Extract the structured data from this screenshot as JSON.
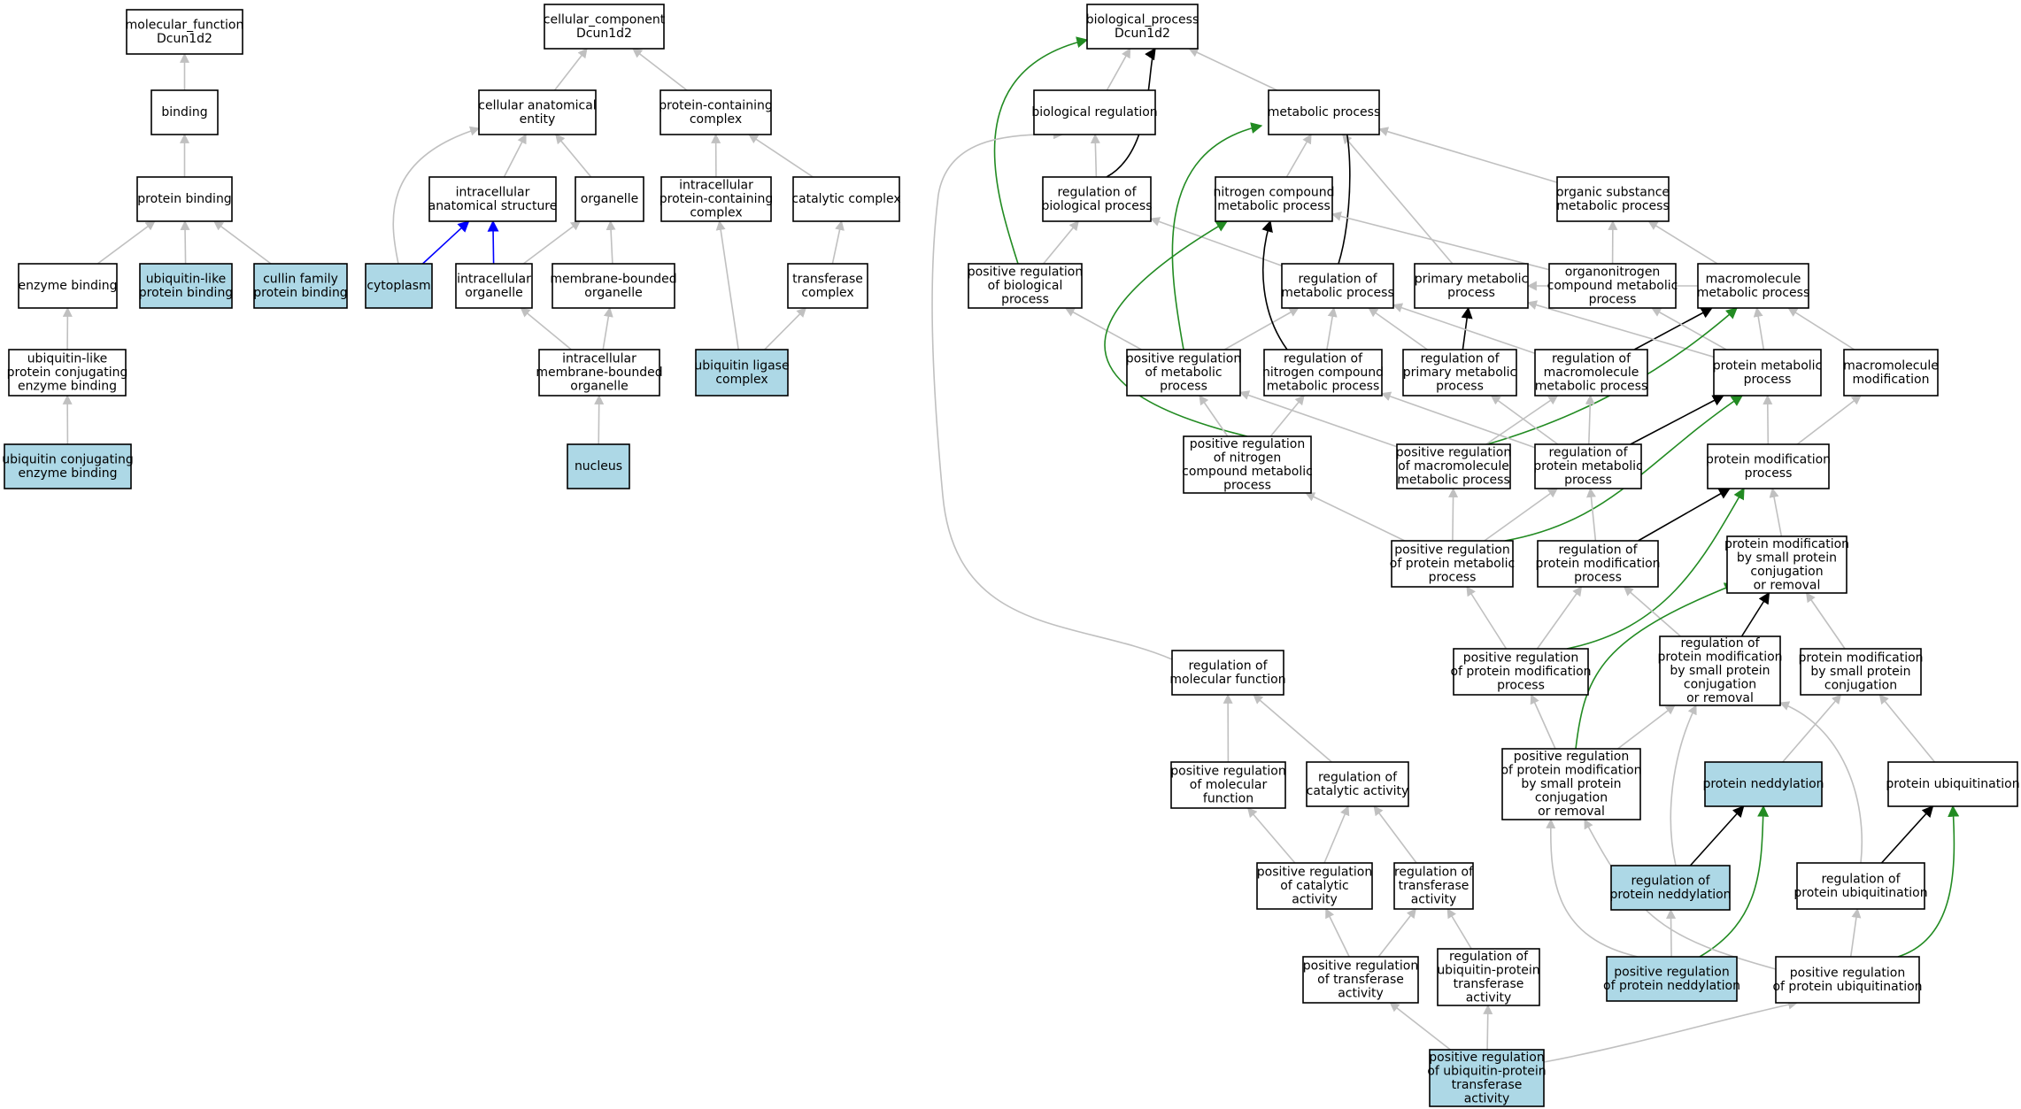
{
  "colors": {
    "node_fill": "#ffffff",
    "node_highlight_fill": "#add8e6",
    "node_stroke": "#000000",
    "edge_is_a": "#c0c0c0",
    "edge_part_of": "#0000ff",
    "edge_regulates": "#000000",
    "edge_positively_regulates": "#228b22"
  },
  "nodes": [
    {
      "id": "mf",
      "lines": [
        "molecular_function",
        "Dcun1d2"
      ],
      "highlight": false
    },
    {
      "id": "binding",
      "lines": [
        "binding"
      ],
      "highlight": false
    },
    {
      "id": "protbind",
      "lines": [
        "protein binding"
      ],
      "highlight": false
    },
    {
      "id": "enzbind",
      "lines": [
        "enzyme binding"
      ],
      "highlight": false
    },
    {
      "id": "ublbind",
      "lines": [
        "ubiquitin-like",
        "protein binding"
      ],
      "highlight": true
    },
    {
      "id": "cullin",
      "lines": [
        "cullin family",
        "protein binding"
      ],
      "highlight": true
    },
    {
      "id": "ublconj",
      "lines": [
        "ubiquitin-like",
        "protein conjugating",
        "enzyme binding"
      ],
      "highlight": false
    },
    {
      "id": "ubconj",
      "lines": [
        "ubiquitin conjugating",
        "enzyme binding"
      ],
      "highlight": true
    },
    {
      "id": "cc",
      "lines": [
        "cellular_component",
        "Dcun1d2"
      ],
      "highlight": false
    },
    {
      "id": "cae",
      "lines": [
        "cellular anatomical",
        "entity"
      ],
      "highlight": false
    },
    {
      "id": "pcc",
      "lines": [
        "protein-containing",
        "complex"
      ],
      "highlight": false
    },
    {
      "id": "ias",
      "lines": [
        "intracellular",
        "anatomical structure"
      ],
      "highlight": false
    },
    {
      "id": "organelle",
      "lines": [
        "organelle"
      ],
      "highlight": false
    },
    {
      "id": "ipcc",
      "lines": [
        "intracellular",
        "protein-containing",
        "complex"
      ],
      "highlight": false
    },
    {
      "id": "catcomplex",
      "lines": [
        "catalytic complex"
      ],
      "highlight": false
    },
    {
      "id": "cytoplasm",
      "lines": [
        "cytoplasm"
      ],
      "highlight": true
    },
    {
      "id": "intorg",
      "lines": [
        "intracellular",
        "organelle"
      ],
      "highlight": false
    },
    {
      "id": "mbo",
      "lines": [
        "membrane-bounded",
        "organelle"
      ],
      "highlight": false
    },
    {
      "id": "transcomplex",
      "lines": [
        "transferase",
        "complex"
      ],
      "highlight": false
    },
    {
      "id": "imbo",
      "lines": [
        "intracellular",
        "membrane-bounded",
        "organelle"
      ],
      "highlight": false
    },
    {
      "id": "ubligase",
      "lines": [
        "ubiquitin ligase",
        "complex"
      ],
      "highlight": true
    },
    {
      "id": "nucleus",
      "lines": [
        "nucleus"
      ],
      "highlight": true
    },
    {
      "id": "bp",
      "lines": [
        "biological_process",
        "Dcun1d2"
      ],
      "highlight": false
    },
    {
      "id": "bioreg",
      "lines": [
        "biological regulation"
      ],
      "highlight": false
    },
    {
      "id": "metproc",
      "lines": [
        "metabolic process"
      ],
      "highlight": false
    },
    {
      "id": "regbp",
      "lines": [
        "regulation of",
        "biological process"
      ],
      "highlight": false
    },
    {
      "id": "ncmp",
      "lines": [
        "nitrogen compound",
        "metabolic process"
      ],
      "highlight": false
    },
    {
      "id": "osmp",
      "lines": [
        "organic substance",
        "metabolic process"
      ],
      "highlight": false
    },
    {
      "id": "posregbp",
      "lines": [
        "positive regulation",
        "of biological",
        "process"
      ],
      "highlight": false
    },
    {
      "id": "regmp",
      "lines": [
        "regulation of",
        "metabolic process"
      ],
      "highlight": false
    },
    {
      "id": "primmp",
      "lines": [
        "primary metabolic",
        "process"
      ],
      "highlight": false
    },
    {
      "id": "oncmp",
      "lines": [
        "organonitrogen",
        "compound metabolic",
        "process"
      ],
      "highlight": false
    },
    {
      "id": "macromp",
      "lines": [
        "macromolecule",
        "metabolic process"
      ],
      "highlight": false
    },
    {
      "id": "posregmp",
      "lines": [
        "positive regulation",
        "of metabolic",
        "process"
      ],
      "highlight": false
    },
    {
      "id": "regncmp",
      "lines": [
        "regulation of",
        "nitrogen compound",
        "metabolic process"
      ],
      "highlight": false
    },
    {
      "id": "regprimmp",
      "lines": [
        "regulation of",
        "primary metabolic",
        "process"
      ],
      "highlight": false
    },
    {
      "id": "regmacromp",
      "lines": [
        "regulation of",
        "macromolecule",
        "metabolic process"
      ],
      "highlight": false
    },
    {
      "id": "protmp",
      "lines": [
        "protein metabolic",
        "process"
      ],
      "highlight": false
    },
    {
      "id": "macromod",
      "lines": [
        "macromolecule",
        "modification"
      ],
      "highlight": false
    },
    {
      "id": "posregncmp",
      "lines": [
        "positive regulation",
        "of nitrogen",
        "compound metabolic",
        "process"
      ],
      "highlight": false
    },
    {
      "id": "posregmacromp",
      "lines": [
        "positive regulation",
        "of macromolecule",
        "metabolic process"
      ],
      "highlight": false
    },
    {
      "id": "regprotmp",
      "lines": [
        "regulation of",
        "protein metabolic",
        "process"
      ],
      "highlight": false
    },
    {
      "id": "protmod",
      "lines": [
        "protein modification",
        "process"
      ],
      "highlight": false
    },
    {
      "id": "posregprotmp",
      "lines": [
        "positive regulation",
        "of protein metabolic",
        "process"
      ],
      "highlight": false
    },
    {
      "id": "regprotmod",
      "lines": [
        "regulation of",
        "protein modification",
        "process"
      ],
      "highlight": false
    },
    {
      "id": "pmsmp",
      "lines": [
        "protein modification",
        "by small protein",
        "conjugation",
        "or removal"
      ],
      "highlight": false
    },
    {
      "id": "regmf",
      "lines": [
        "regulation of",
        "molecular function"
      ],
      "highlight": false
    },
    {
      "id": "posregprotmod",
      "lines": [
        "positive regulation",
        "of protein modification",
        "process"
      ],
      "highlight": false
    },
    {
      "id": "regpmsmp",
      "lines": [
        "regulation of",
        "protein modification",
        "by small protein",
        "conjugation",
        "or removal"
      ],
      "highlight": false
    },
    {
      "id": "pmsmpc",
      "lines": [
        "protein modification",
        "by small protein",
        "conjugation"
      ],
      "highlight": false
    },
    {
      "id": "posregmf",
      "lines": [
        "positive regulation",
        "of molecular",
        "function"
      ],
      "highlight": false
    },
    {
      "id": "regcat",
      "lines": [
        "regulation of",
        "catalytic activity"
      ],
      "highlight": false
    },
    {
      "id": "posregpmsmp",
      "lines": [
        "positive regulation",
        "of protein modification",
        "by small protein",
        "conjugation",
        "or removal"
      ],
      "highlight": false
    },
    {
      "id": "neddylation",
      "lines": [
        "protein neddylation"
      ],
      "highlight": true
    },
    {
      "id": "ubiquitination",
      "lines": [
        "protein ubiquitination"
      ],
      "highlight": false
    },
    {
      "id": "posregcat",
      "lines": [
        "positive regulation",
        "of catalytic",
        "activity"
      ],
      "highlight": false
    },
    {
      "id": "regtrans",
      "lines": [
        "regulation of",
        "transferase",
        "activity"
      ],
      "highlight": false
    },
    {
      "id": "regnedd",
      "lines": [
        "regulation of",
        "protein neddylation"
      ],
      "highlight": true
    },
    {
      "id": "regubiq",
      "lines": [
        "regulation of",
        "protein ubiquitination"
      ],
      "highlight": false
    },
    {
      "id": "posregtrans",
      "lines": [
        "positive regulation",
        "of transferase",
        "activity"
      ],
      "highlight": false
    },
    {
      "id": "regubtrans",
      "lines": [
        "regulation of",
        "ubiquitin-protein",
        "transferase",
        "activity"
      ],
      "highlight": false
    },
    {
      "id": "posregnedd",
      "lines": [
        "positive regulation",
        "of protein neddylation"
      ],
      "highlight": true
    },
    {
      "id": "posregubiq",
      "lines": [
        "positive regulation",
        "of protein ubiquitination"
      ],
      "highlight": false
    },
    {
      "id": "posregubtrans",
      "lines": [
        "positive regulation",
        "of ubiquitin-protein",
        "transferase",
        "activity"
      ],
      "highlight": true
    }
  ],
  "edges": [
    {
      "from": "binding",
      "to": "mf",
      "type": "is_a"
    },
    {
      "from": "protbind",
      "to": "binding",
      "type": "is_a"
    },
    {
      "from": "enzbind",
      "to": "protbind",
      "type": "is_a"
    },
    {
      "from": "ublbind",
      "to": "protbind",
      "type": "is_a"
    },
    {
      "from": "cullin",
      "to": "protbind",
      "type": "is_a"
    },
    {
      "from": "ublconj",
      "to": "enzbind",
      "type": "is_a"
    },
    {
      "from": "ubconj",
      "to": "ublconj",
      "type": "is_a"
    },
    {
      "from": "cae",
      "to": "cc",
      "type": "is_a"
    },
    {
      "from": "pcc",
      "to": "cc",
      "type": "is_a"
    },
    {
      "from": "ias",
      "to": "cae",
      "type": "is_a"
    },
    {
      "from": "organelle",
      "to": "cae",
      "type": "is_a"
    },
    {
      "from": "cytoplasm",
      "to": "cae",
      "type": "is_a"
    },
    {
      "from": "cytoplasm",
      "to": "ias",
      "type": "part_of"
    },
    {
      "from": "intorg",
      "to": "ias",
      "type": "part_of"
    },
    {
      "from": "intorg",
      "to": "organelle",
      "type": "is_a"
    },
    {
      "from": "mbo",
      "to": "organelle",
      "type": "is_a"
    },
    {
      "from": "imbo",
      "to": "intorg",
      "type": "is_a"
    },
    {
      "from": "imbo",
      "to": "mbo",
      "type": "is_a"
    },
    {
      "from": "nucleus",
      "to": "imbo",
      "type": "is_a"
    },
    {
      "from": "ipcc",
      "to": "pcc",
      "type": "is_a"
    },
    {
      "from": "catcomplex",
      "to": "pcc",
      "type": "is_a"
    },
    {
      "from": "transcomplex",
      "to": "catcomplex",
      "type": "is_a"
    },
    {
      "from": "ubligase",
      "to": "ipcc",
      "type": "is_a"
    },
    {
      "from": "ubligase",
      "to": "transcomplex",
      "type": "is_a"
    },
    {
      "from": "bioreg",
      "to": "bp",
      "type": "is_a"
    },
    {
      "from": "metproc",
      "to": "bp",
      "type": "is_a"
    },
    {
      "from": "regbp",
      "to": "bioreg",
      "type": "is_a"
    },
    {
      "from": "regbp",
      "to": "bp",
      "type": "regulates"
    },
    {
      "from": "posregbp",
      "to": "bp",
      "type": "positively_regulates"
    },
    {
      "from": "posregbp",
      "to": "regbp",
      "type": "is_a"
    },
    {
      "from": "ncmp",
      "to": "metproc",
      "type": "is_a"
    },
    {
      "from": "osmp",
      "to": "metproc",
      "type": "is_a"
    },
    {
      "from": "primmp",
      "to": "metproc",
      "type": "is_a"
    },
    {
      "from": "regmp",
      "to": "metproc",
      "type": "regulates"
    },
    {
      "from": "regmp",
      "to": "regbp",
      "type": "is_a"
    },
    {
      "from": "oncmp",
      "to": "ncmp",
      "type": "is_a"
    },
    {
      "from": "oncmp",
      "to": "osmp",
      "type": "is_a"
    },
    {
      "from": "macromp",
      "to": "osmp",
      "type": "is_a"
    },
    {
      "from": "macromp",
      "to": "primmp",
      "type": "is_a"
    },
    {
      "from": "posregmp",
      "to": "metproc",
      "type": "positively_regulates"
    },
    {
      "from": "posregmp",
      "to": "posregbp",
      "type": "is_a"
    },
    {
      "from": "posregmp",
      "to": "regmp",
      "type": "is_a"
    },
    {
      "from": "regncmp",
      "to": "ncmp",
      "type": "regulates"
    },
    {
      "from": "regncmp",
      "to": "regmp",
      "type": "is_a"
    },
    {
      "from": "regprimmp",
      "to": "primmp",
      "type": "regulates"
    },
    {
      "from": "regprimmp",
      "to": "regmp",
      "type": "is_a"
    },
    {
      "from": "regmacromp",
      "to": "macromp",
      "type": "regulates"
    },
    {
      "from": "regmacromp",
      "to": "regmp",
      "type": "is_a"
    },
    {
      "from": "protmp",
      "to": "macromp",
      "type": "is_a"
    },
    {
      "from": "protmp",
      "to": "primmp",
      "type": "is_a"
    },
    {
      "from": "protmp",
      "to": "oncmp",
      "type": "is_a"
    },
    {
      "from": "macromod",
      "to": "macromp",
      "type": "is_a"
    },
    {
      "from": "posregncmp",
      "to": "ncmp",
      "type": "positively_regulates"
    },
    {
      "from": "posregncmp",
      "to": "posregmp",
      "type": "is_a"
    },
    {
      "from": "posregncmp",
      "to": "regncmp",
      "type": "is_a"
    },
    {
      "from": "posregmacromp",
      "to": "macromp",
      "type": "positively_regulates"
    },
    {
      "from": "posregmacromp",
      "to": "posregmp",
      "type": "is_a"
    },
    {
      "from": "posregmacromp",
      "to": "regmacromp",
      "type": "is_a"
    },
    {
      "from": "regprotmp",
      "to": "protmp",
      "type": "regulates"
    },
    {
      "from": "regprotmp",
      "to": "regmacromp",
      "type": "is_a"
    },
    {
      "from": "regprotmp",
      "to": "regprimmp",
      "type": "is_a"
    },
    {
      "from": "regprotmp",
      "to": "regncmp",
      "type": "is_a"
    },
    {
      "from": "protmod",
      "to": "protmp",
      "type": "is_a"
    },
    {
      "from": "protmod",
      "to": "macromod",
      "type": "is_a"
    },
    {
      "from": "posregprotmp",
      "to": "protmp",
      "type": "positively_regulates"
    },
    {
      "from": "posregprotmp",
      "to": "posregmacromp",
      "type": "is_a"
    },
    {
      "from": "posregprotmp",
      "to": "regprotmp",
      "type": "is_a"
    },
    {
      "from": "posregprotmp",
      "to": "posregncmp",
      "type": "is_a"
    },
    {
      "from": "regprotmod",
      "to": "protmod",
      "type": "regulates"
    },
    {
      "from": "regprotmod",
      "to": "regprotmp",
      "type": "is_a"
    },
    {
      "from": "pmsmp",
      "to": "protmod",
      "type": "is_a"
    },
    {
      "from": "regmf",
      "to": "bioreg",
      "type": "is_a"
    },
    {
      "from": "posregprotmod",
      "to": "protmod",
      "type": "positively_regulates"
    },
    {
      "from": "posregprotmod",
      "to": "posregprotmp",
      "type": "is_a"
    },
    {
      "from": "posregprotmod",
      "to": "regprotmod",
      "type": "is_a"
    },
    {
      "from": "regpmsmp",
      "to": "pmsmp",
      "type": "regulates"
    },
    {
      "from": "regpmsmp",
      "to": "regprotmod",
      "type": "is_a"
    },
    {
      "from": "pmsmpc",
      "to": "pmsmp",
      "type": "is_a"
    },
    {
      "from": "posregmf",
      "to": "regmf",
      "type": "is_a"
    },
    {
      "from": "regcat",
      "to": "regmf",
      "type": "is_a"
    },
    {
      "from": "posregpmsmp",
      "to": "pmsmp",
      "type": "positively_regulates"
    },
    {
      "from": "posregpmsmp",
      "to": "posregprotmod",
      "type": "is_a"
    },
    {
      "from": "posregpmsmp",
      "to": "regpmsmp",
      "type": "is_a"
    },
    {
      "from": "neddylation",
      "to": "pmsmpc",
      "type": "is_a"
    },
    {
      "from": "ubiquitination",
      "to": "pmsmpc",
      "type": "is_a"
    },
    {
      "from": "posregcat",
      "to": "posregmf",
      "type": "is_a"
    },
    {
      "from": "posregcat",
      "to": "regcat",
      "type": "is_a"
    },
    {
      "from": "regtrans",
      "to": "regcat",
      "type": "is_a"
    },
    {
      "from": "regnedd",
      "to": "neddylation",
      "type": "regulates"
    },
    {
      "from": "regnedd",
      "to": "regpmsmp",
      "type": "is_a"
    },
    {
      "from": "regubiq",
      "to": "ubiquitination",
      "type": "regulates"
    },
    {
      "from": "regubiq",
      "to": "regpmsmp",
      "type": "is_a"
    },
    {
      "from": "posregtrans",
      "to": "posregcat",
      "type": "is_a"
    },
    {
      "from": "posregtrans",
      "to": "regtrans",
      "type": "is_a"
    },
    {
      "from": "regubtrans",
      "to": "regtrans",
      "type": "is_a"
    },
    {
      "from": "posregnedd",
      "to": "neddylation",
      "type": "positively_regulates"
    },
    {
      "from": "posregnedd",
      "to": "regnedd",
      "type": "is_a"
    },
    {
      "from": "posregnedd",
      "to": "posregpmsmp",
      "type": "is_a"
    },
    {
      "from": "posregubiq",
      "to": "ubiquitination",
      "type": "positively_regulates"
    },
    {
      "from": "posregubiq",
      "to": "regubiq",
      "type": "is_a"
    },
    {
      "from": "posregubiq",
      "to": "posregpmsmp",
      "type": "is_a"
    },
    {
      "from": "posregubtrans",
      "to": "posregtrans",
      "type": "is_a"
    },
    {
      "from": "posregubtrans",
      "to": "regubtrans",
      "type": "is_a"
    },
    {
      "from": "posregubtrans",
      "to": "posregubiq",
      "type": "is_a"
    }
  ]
}
